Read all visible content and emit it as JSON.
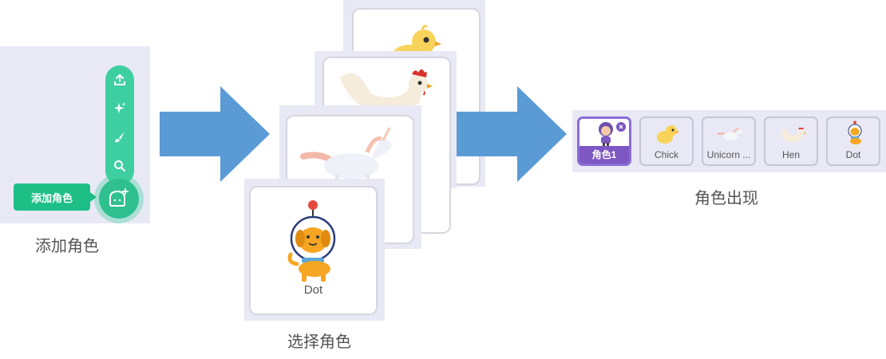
{
  "step1": {
    "tooltip": "添加角色",
    "caption": "添加角色",
    "tools": [
      "upload-icon",
      "sparkle-icon",
      "paint-icon",
      "search-icon"
    ],
    "main_button_icon": "add-sprite-icon"
  },
  "step2": {
    "caption": "选择角色",
    "cards": [
      {
        "name": "Chick"
      },
      {
        "name": "Hen"
      },
      {
        "name": "Unicorn"
      },
      {
        "name": "Dot",
        "label": "Dot"
      }
    ]
  },
  "step3": {
    "caption": "角色出现",
    "sprites": [
      {
        "label": "角色1",
        "selected": true
      },
      {
        "label": "Chick",
        "selected": false
      },
      {
        "label": "Unicorn ...",
        "selected": false
      },
      {
        "label": "Hen",
        "selected": false
      },
      {
        "label": "Dot",
        "selected": false
      }
    ]
  },
  "colors": {
    "accent_green": "#3ecfa0",
    "arrow_blue": "#5b9bd5",
    "selected_purple": "#7e57c2",
    "panel_bg": "#e9e9f5"
  }
}
